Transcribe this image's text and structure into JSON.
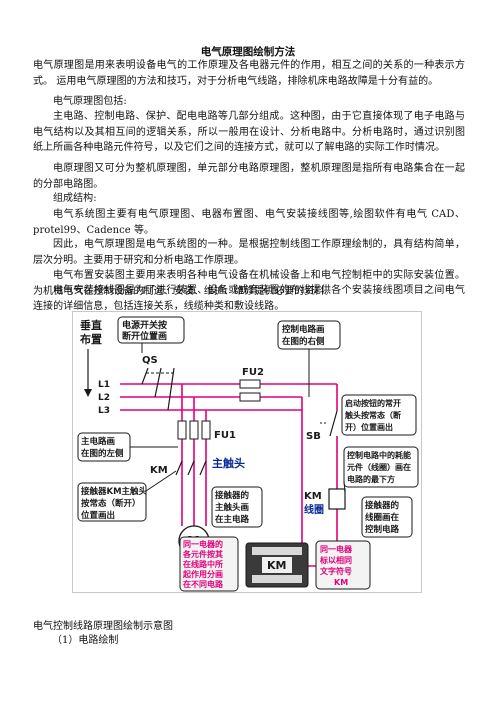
{
  "document": {
    "title": "电气原理图绘制方法",
    "paragraphs": [
      "电气原理图是用来表明设备电气的工作原理及各电器元件的作用，相互之间的关系的一种表示方式。 运用电气原理图的方法和技巧，对于分析电气线路，排除机床电路故障是十分有益的。",
      "电气原理图包括:",
      "主电路、控制电路、保护、配电电路等几部分组成。这种图，由于它直接体现了电子电路与电气结构以及其相互间的逻辑关系，所以一般用在设计、分析电路中。分析电路时，通过识别图纸上所画各种电路元件符号，以及它们之间的连接方式，就可以了解电路的实际工作时情况。",
      "电原理图又可分为整机原理图，单元部分电路原理图，整机原理图是指所有电路集合在一起的分部电路图。",
      "组成结构:",
      "电气系统图主要有电气原理图、电器布置图、电气安装接线图等,绘图软件有电气 CAD、protel99、Cadence 等。",
      "因此，电气原理图是电气系统图的一种。是根据控制线图工作原理绘制的，具有结构简单，层次分明。主要用于研究和分析电路工作原理。",
      "电气布置安装图主要用来表明各种电气设备在机械设备上和电气控制柜中的实际安装位置。为机械电气在控制设备的制造、安装、维护、维修提供必要的资料。",
      "电气安装接线图是为了进行装置、设备或成套装置的布线提供各个安装接线图项目之间电气连接的详细信息，包括连接关系，线缆种类和敷设线路。"
    ],
    "caption": "电气控制线路原理图绘制示意图",
    "subheading": "（1）电路绘制"
  },
  "diagram": {
    "colors": {
      "line": "#1a1a1a",
      "pink": "#e0007a",
      "label_blue": "#0a2a9a",
      "callout_border": "#1a1a1a",
      "frame": "#c8c8c8"
    },
    "labels": {
      "vertical_layout": [
        "垂直",
        "布置"
      ],
      "qs": "QS",
      "fu2": "FU2",
      "fu1": "FU1",
      "km_left": "KM",
      "sb": "SB",
      "km_coil": "KM",
      "coil_text": "线圈",
      "main_contact": "主触头",
      "motor": "M",
      "l1": "L1",
      "l2": "L2",
      "l3": "L3",
      "km_module": "KM"
    },
    "callouts": {
      "switch": [
        "电源开关按",
        "断开位置画"
      ],
      "control_right": [
        "控制电路画",
        "在图的右侧"
      ],
      "main_left": [
        "主电路画",
        "在图的左侧"
      ],
      "start_button": [
        "启动按钮的常开",
        "触头按常态（断",
        "开）位置画出"
      ],
      "control_lower": [
        "控制电路中的耗能",
        "元件（线圈）画在",
        "电路的最下方"
      ],
      "main_contact_off": [
        "接触器KM主触头",
        "按常态（断开）",
        "位置画出"
      ],
      "main_contact_in": [
        "接触器的",
        "主触头画",
        "在主电路"
      ],
      "coil_in_control": [
        "接触器的",
        "线圈画在",
        "控制电路"
      ],
      "same_device": [
        "同一电器的",
        "各元件按其",
        "在线路中所",
        "起作用分画",
        "在不同电路"
      ],
      "same_symbol": [
        "同一电器",
        "标以相同",
        "文字符号"
      ],
      "same_symbol_tag": "KM"
    }
  }
}
